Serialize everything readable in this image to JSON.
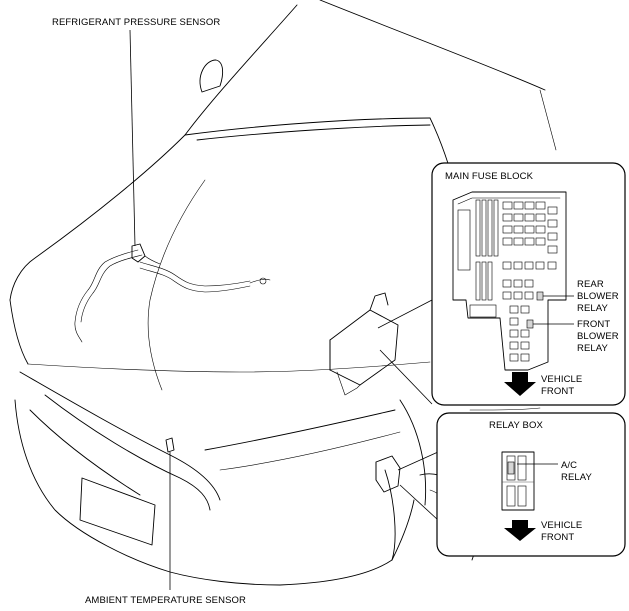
{
  "labels": {
    "refrigerant_pressure_sensor": "REFRIGERANT PRESSURE SENSOR",
    "ambient_temperature_sensor": "AMBIENT TEMPERATURE SENSOR",
    "main_fuse_block": "MAIN FUSE BLOCK",
    "rear_blower_relay": [
      "REAR",
      "BLOWER",
      "RELAY"
    ],
    "front_blower_relay": [
      "FRONT",
      "BLOWER",
      "RELAY"
    ],
    "vehicle_front_top": [
      "VEHICLE",
      "FRONT"
    ],
    "relay_box": "RELAY BOX",
    "ac_relay": [
      "A/C",
      "RELAY"
    ],
    "vehicle_front_bottom": [
      "VEHICLE",
      "FRONT"
    ]
  }
}
